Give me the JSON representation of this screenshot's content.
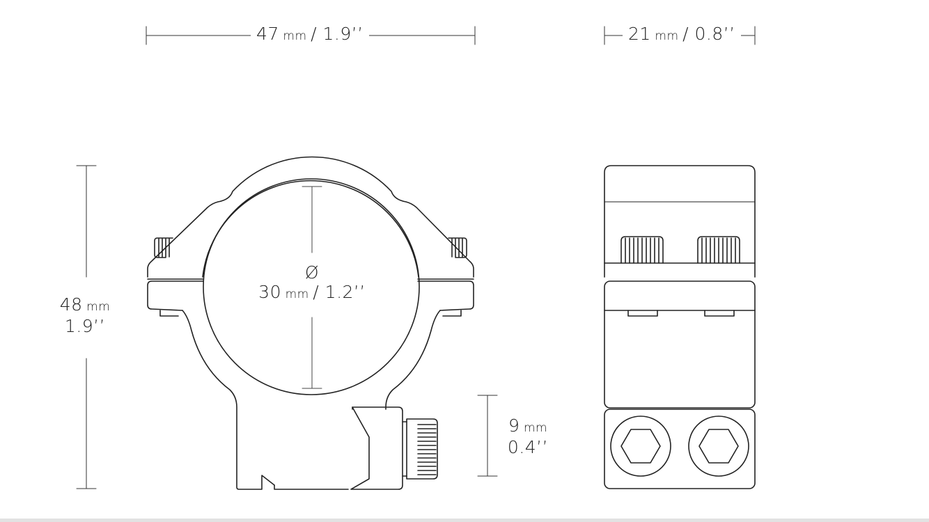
{
  "diagram": {
    "width_dim": {
      "value": "47",
      "unit": "mm",
      "imperial": "/ 1.9’’"
    },
    "depth_dim": {
      "value": "21",
      "unit": "mm",
      "imperial": "/ 0.8’’"
    },
    "height_dim": {
      "value": "48",
      "unit": "mm",
      "imperial": "1.9’’"
    },
    "bore_dim": {
      "symbol": "Ø",
      "value": "30",
      "unit": "mm",
      "imperial": "/ 1.2’’"
    },
    "base_dim": {
      "value": "9",
      "unit": "mm",
      "imperial": "0.4’’"
    }
  },
  "colors": {
    "stroke": "#222222",
    "dim_line": "#444444",
    "background": "#ffffff"
  }
}
